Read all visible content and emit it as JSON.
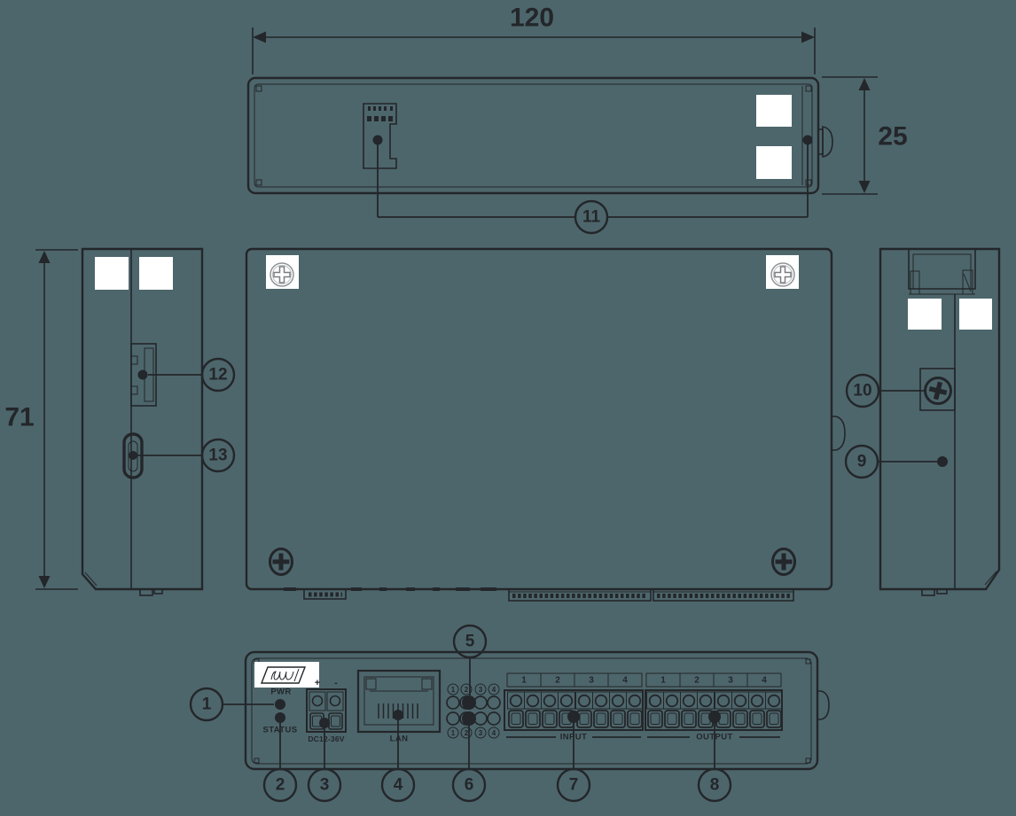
{
  "colors": {
    "background": "#4d666b",
    "ink": "#23262a",
    "white": "#ffffff",
    "screw_gray": "#909498"
  },
  "dimensions": {
    "width": "120",
    "depth": "25",
    "height": "71"
  },
  "callouts": {
    "c1": "1",
    "c2": "2",
    "c3": "3",
    "c4": "4",
    "c5": "5",
    "c6": "6",
    "c7": "7",
    "c8": "8",
    "c9": "9",
    "c10": "10",
    "c11": "11",
    "c12": "12",
    "c13": "13"
  },
  "front_panel": {
    "pwr": "PWR",
    "status": "STATUS",
    "plus": "+",
    "minus": "-",
    "power_rating": "DC12-36V",
    "lan": "LAN",
    "input": "INPUT",
    "output": "OUTPUT",
    "input_ports": [
      "1",
      "2",
      "3",
      "4"
    ],
    "output_ports": [
      "1",
      "2",
      "3",
      "4"
    ],
    "led_top": [
      "1",
      "2",
      "3",
      "4"
    ],
    "led_bottom": [
      "1",
      "2",
      "3",
      "4"
    ]
  }
}
